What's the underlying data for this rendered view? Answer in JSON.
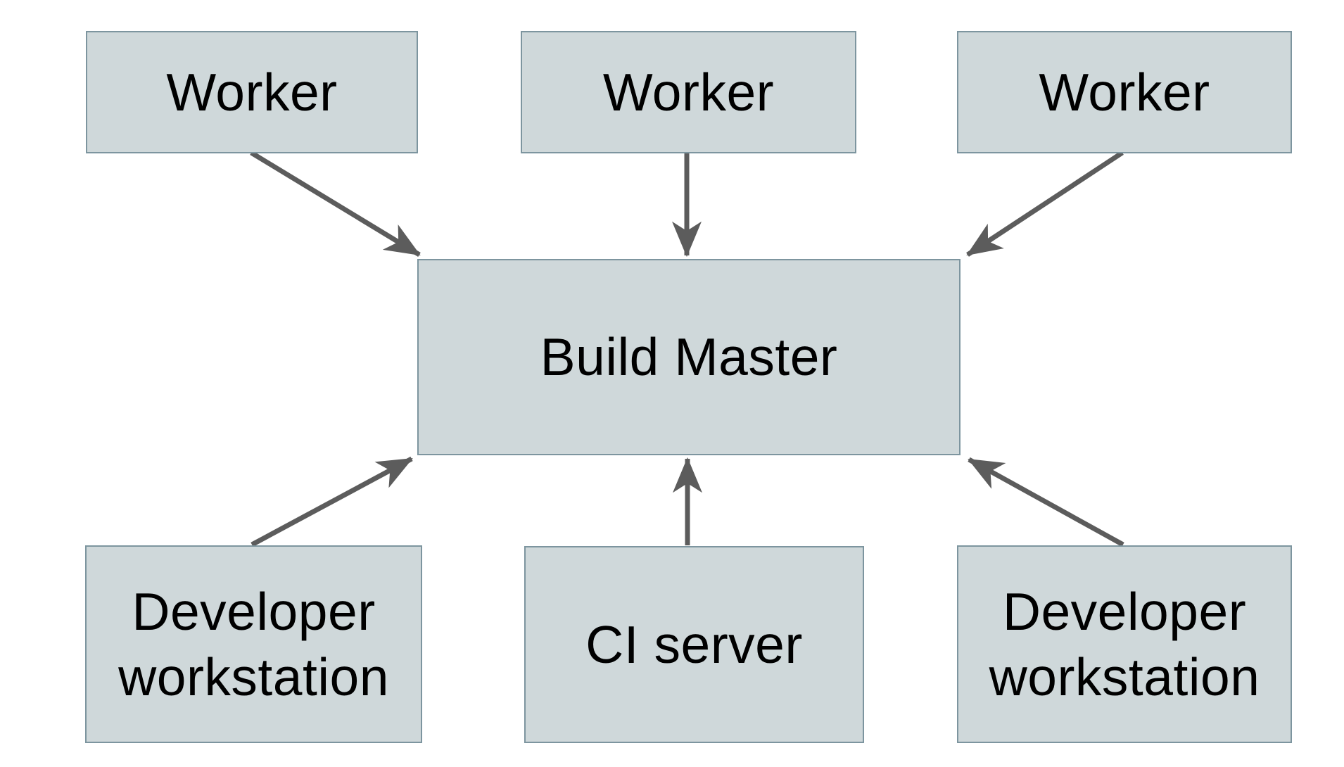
{
  "diagram": {
    "type": "architecture-diagram",
    "colors": {
      "background": "#ffffff",
      "node_fill": "#cfd8da",
      "node_border": "#7d959f",
      "arrow": "#5c5c5c",
      "text": "#000000"
    },
    "nodes": {
      "worker_left": {
        "label": "Worker"
      },
      "worker_center": {
        "label": "Worker"
      },
      "worker_right": {
        "label": "Worker"
      },
      "build_master": {
        "label": "Build Master"
      },
      "developer_workstation_left": {
        "label": "Developer workstation"
      },
      "ci_server": {
        "label": "CI server"
      },
      "developer_workstation_right": {
        "label": "Developer workstation"
      }
    },
    "edges": [
      {
        "from": "worker_left",
        "to": "build_master",
        "arrow": "end"
      },
      {
        "from": "worker_center",
        "to": "build_master",
        "arrow": "end"
      },
      {
        "from": "worker_right",
        "to": "build_master",
        "arrow": "end"
      },
      {
        "from": "developer_workstation_left",
        "to": "build_master",
        "arrow": "end"
      },
      {
        "from": "ci_server",
        "to": "build_master",
        "arrow": "end"
      },
      {
        "from": "developer_workstation_right",
        "to": "build_master",
        "arrow": "end"
      }
    ]
  }
}
